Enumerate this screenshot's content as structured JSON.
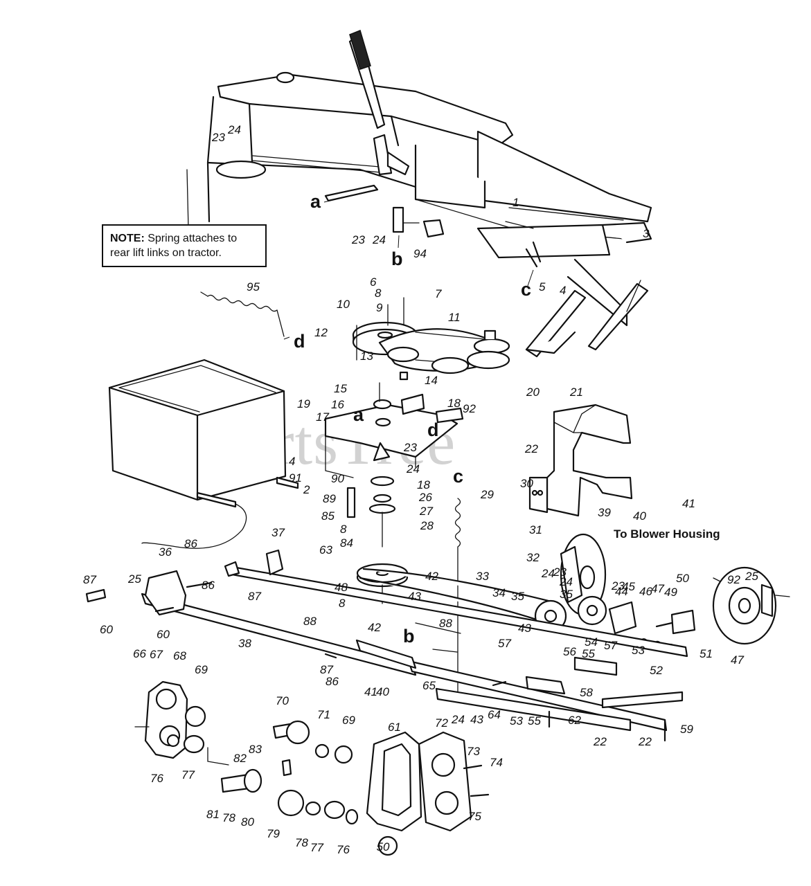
{
  "watermark": "PartsTree",
  "note": {
    "label": "NOTE:",
    "text": "Spring attaches to rear lift links on tractor."
  },
  "blower_label": "To Blower Housing",
  "footer_symbol": "50",
  "letters": [
    "a",
    "b",
    "c",
    "d",
    "a",
    "d",
    "c",
    "b"
  ],
  "callouts": [
    "23",
    "24",
    "23",
    "24",
    "94",
    "1",
    "3",
    "5",
    "4",
    "95",
    "6",
    "8",
    "7",
    "9",
    "10",
    "11",
    "12",
    "13",
    "14",
    "20",
    "21",
    "15",
    "16",
    "17",
    "18",
    "19",
    "92",
    "23",
    "22",
    "30",
    "24",
    "4",
    "91",
    "90",
    "2",
    "89",
    "18",
    "26",
    "85",
    "27",
    "8",
    "28",
    "84",
    "29",
    "63",
    "41",
    "40",
    "39",
    "31",
    "32",
    "37",
    "36",
    "86",
    "25",
    "86",
    "87",
    "87",
    "48",
    "8",
    "43",
    "42",
    "33",
    "34",
    "35",
    "24",
    "23",
    "35",
    "24",
    "23",
    "45",
    "44",
    "46",
    "47",
    "49",
    "50",
    "92",
    "25",
    "60",
    "60",
    "88",
    "38",
    "88",
    "42",
    "43",
    "57",
    "56",
    "55",
    "54",
    "57",
    "53",
    "52",
    "51",
    "47",
    "66",
    "67",
    "68",
    "69",
    "87",
    "86",
    "41",
    "40",
    "65",
    "64",
    "24",
    "43",
    "53",
    "55",
    "58",
    "62",
    "22",
    "22",
    "59",
    "70",
    "71",
    "69",
    "61",
    "72",
    "73",
    "74",
    "76",
    "77",
    "82",
    "83",
    "81",
    "78",
    "80",
    "79",
    "78",
    "77",
    "76",
    "75"
  ]
}
